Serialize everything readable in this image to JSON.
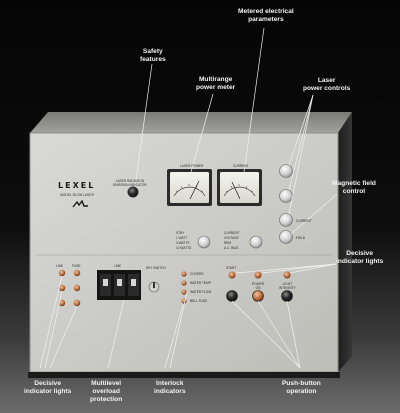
{
  "device": {
    "brand": "LEXEL",
    "model": "MODEL 95-2W LASER",
    "panel_labels": {
      "interlock_light": "LASER RADIATION\nEMISSION INDICATOR",
      "laser_power": "LASER POWER",
      "current_meter": "CURRENT",
      "power_range_1": "STBY",
      "power_range_2": "1 WATT",
      "power_range_3": "3 WATTS",
      "power_range_4": "10 WATTS",
      "current_select_1": "CURRENT",
      "current_select_2": "VOLTAGE",
      "current_select_3": "REM",
      "current_select_4": "A.C. BIAS",
      "field_1": "CURRENT",
      "field_2": "FIELD",
      "line_top_left": "LINE",
      "line_top_right": "FUSE",
      "line_center": "LINE",
      "key_switch": "KEY SWITCH",
      "interlock_1": "COVERS",
      "interlock_2": "WATER TEMP",
      "interlock_3": "WATER FLOW",
      "interlock_4": "BELL FUSE",
      "button_1": "START",
      "button_2": "POWER\nON",
      "button_3": "LIGHT\nINTENSITY"
    }
  },
  "callouts": {
    "safety_features": "Safety\nfeatures",
    "multirange_power_meter": "Multirange\npower meter",
    "metered_electrical_parameters": "Metered electrical\nparameters",
    "laser_power_controls": "Laser\npower controls",
    "magnetic_field_control": "Magnetic field\ncontrol",
    "decisive_indicator_lights_right": "Decisive\nindicator lights",
    "decisive_indicator_lights_left": "Decisive\nindicator lights",
    "multilevel_overload_protection": "Multilevel\noverload\nprotection",
    "interlock_indicators": "Interlock\nindicators",
    "push_button_operation": "Push-button\noperation"
  }
}
